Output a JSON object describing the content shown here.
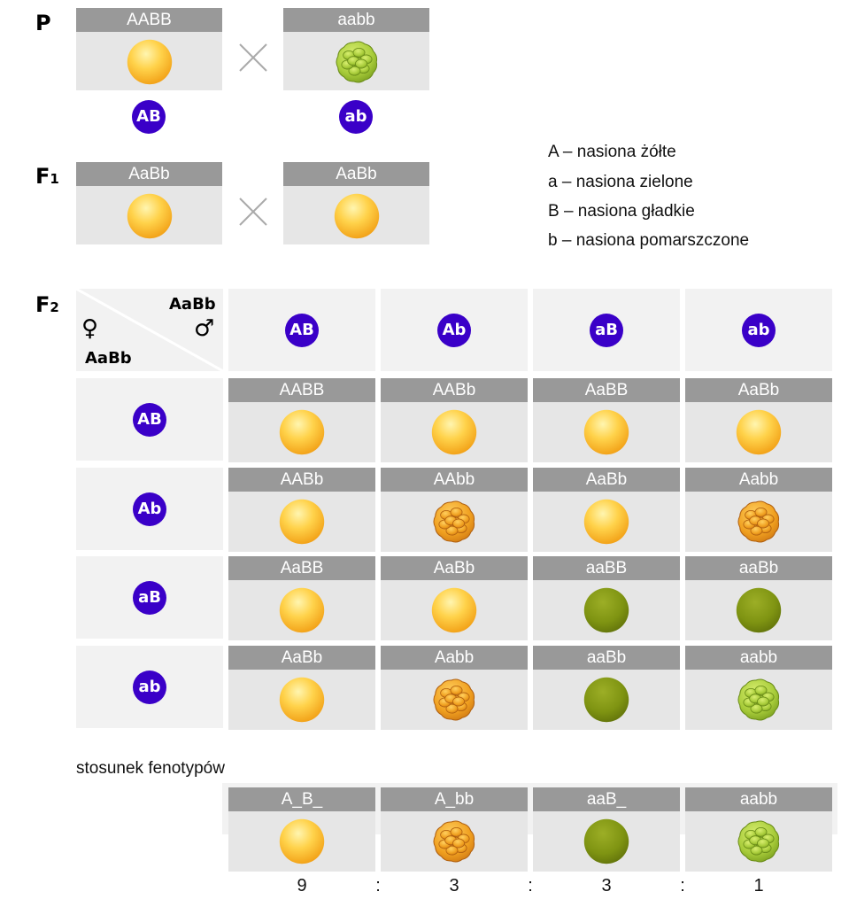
{
  "generations": {
    "p": "P",
    "f1": "F",
    "f1_sub": "1",
    "f2": "F",
    "f2_sub": "2"
  },
  "parents_p": [
    {
      "genotype": "AABB",
      "seed": "yellow-smooth",
      "gamete": "AB"
    },
    {
      "genotype": "aabb",
      "seed": "green-wrinkled",
      "gamete": "ab"
    }
  ],
  "parents_f1": [
    {
      "genotype": "AaBb",
      "seed": "yellow-smooth"
    },
    {
      "genotype": "AaBb",
      "seed": "yellow-smooth"
    }
  ],
  "legend": [
    "A – nasiona żółte",
    "a – nasiona zielone",
    "B – nasiona gładkie",
    "b – nasiona pomarszczone"
  ],
  "punnett": {
    "male_genotype": "AaBb",
    "female_genotype": "AaBb",
    "male_symbol": "♂",
    "female_symbol": "♀",
    "column_gametes": [
      "AB",
      "Ab",
      "aB",
      "ab"
    ],
    "row_gametes": [
      "AB",
      "Ab",
      "aB",
      "ab"
    ],
    "cells": [
      [
        {
          "g": "AABB",
          "seed": "yellow-smooth"
        },
        {
          "g": "AABb",
          "seed": "yellow-smooth"
        },
        {
          "g": "AaBB",
          "seed": "yellow-smooth"
        },
        {
          "g": "AaBb",
          "seed": "yellow-smooth"
        }
      ],
      [
        {
          "g": "AABb",
          "seed": "yellow-smooth"
        },
        {
          "g": "AAbb",
          "seed": "yellow-wrinkled"
        },
        {
          "g": "AaBb",
          "seed": "yellow-smooth"
        },
        {
          "g": "Aabb",
          "seed": "yellow-wrinkled"
        }
      ],
      [
        {
          "g": "AaBB",
          "seed": "yellow-smooth"
        },
        {
          "g": "AaBb",
          "seed": "yellow-smooth"
        },
        {
          "g": "aaBB",
          "seed": "green-smooth"
        },
        {
          "g": "aaBb",
          "seed": "green-smooth"
        }
      ],
      [
        {
          "g": "AaBb",
          "seed": "yellow-smooth"
        },
        {
          "g": "Aabb",
          "seed": "yellow-wrinkled"
        },
        {
          "g": "aaBb",
          "seed": "green-smooth"
        },
        {
          "g": "aabb",
          "seed": "green-wrinkled"
        }
      ]
    ]
  },
  "phenotype_ratio": {
    "title": "stosunek fenotypów",
    "items": [
      {
        "g": "A_B_",
        "seed": "yellow-smooth",
        "count": "9"
      },
      {
        "g": "A_bb",
        "seed": "yellow-wrinkled",
        "count": "3"
      },
      {
        "g": "aaB_",
        "seed": "green-smooth",
        "count": "3"
      },
      {
        "g": "aabb",
        "seed": "green-wrinkled",
        "count": "1"
      }
    ],
    "separator": ":"
  },
  "colors": {
    "gamete": "#3a00c8",
    "header": "#999999",
    "card": "#e6e6e6",
    "cell": "#f2f2f2"
  }
}
